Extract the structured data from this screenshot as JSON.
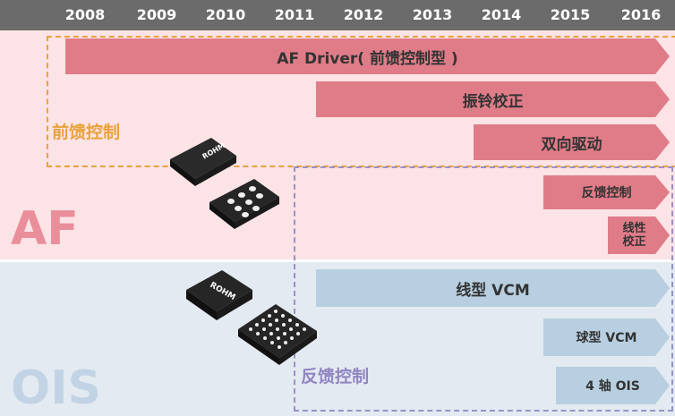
{
  "years": [
    "2008",
    "2009",
    "2010",
    "2011",
    "2012",
    "2013",
    "2014",
    "2015",
    "2016"
  ],
  "labels": {
    "af": "AF",
    "ois": "OIS",
    "feedforward": "前馈控制",
    "feedback": "反馈控制"
  },
  "arrows": {
    "af_driver": "AF Driver( 前馈控制型 )",
    "ringing": "振铃校正",
    "bidirectional": "双向驱动",
    "feedback_ctrl": "反馈控制",
    "linear_line1": "线性",
    "linear_line2": "校正",
    "linear_vcm": "线型 VCM",
    "ball_vcm": "球型 VCM",
    "ois_4axis": "4 轴 OIS"
  },
  "chip_marks": {
    "af_chip": "ROHM",
    "ois_chip": "ROHM"
  },
  "colors": {
    "year_bar": "#6b6b6b",
    "af_band": "#fbe3e6",
    "ois_band": "#e4eaf1",
    "pink_arrow": "#e07c88",
    "blue_arrow": "#b7cfe0",
    "feedforward": "#e9a23b",
    "feedback": "#8f86c1"
  }
}
